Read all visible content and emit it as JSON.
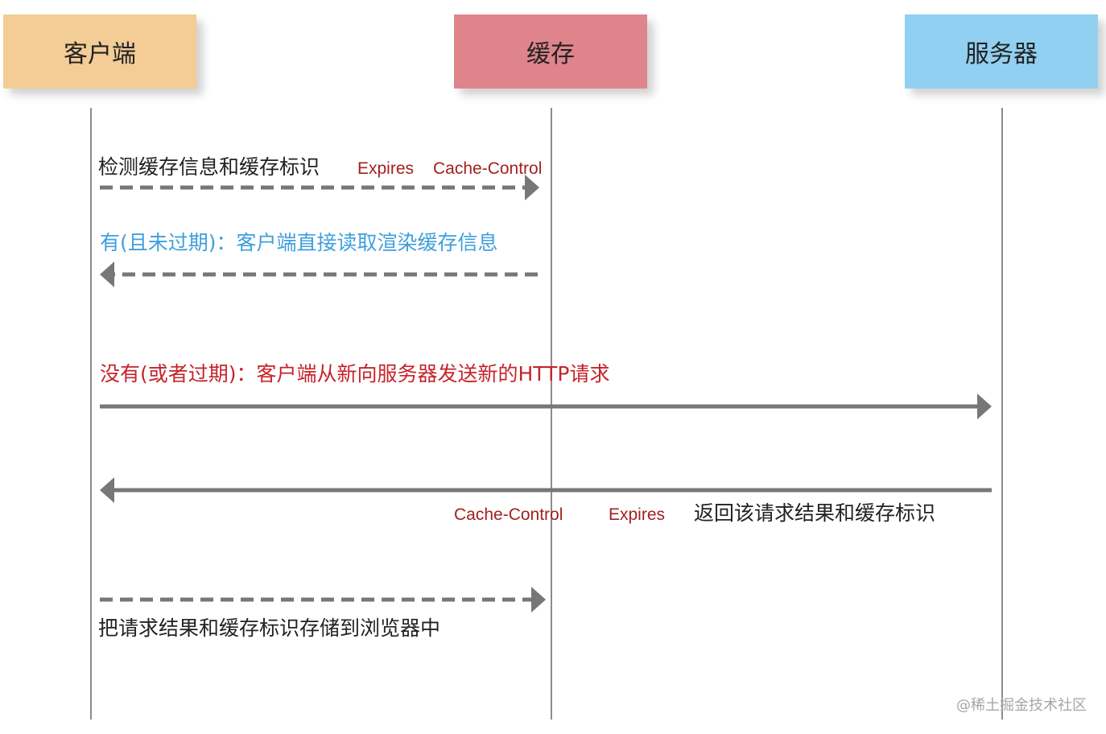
{
  "actors": {
    "client": "客户端",
    "cache": "缓存",
    "server": "服务器"
  },
  "messages": {
    "check": {
      "text": "检测缓存信息和缓存标识",
      "header_expires": "Expires",
      "header_cache_control": "Cache-Control"
    },
    "hit": {
      "text": "有(且未过期)：客户端直接读取渲染缓存信息"
    },
    "miss": {
      "text": "没有(或者过期)：客户端从新向服务器发送新的HTTP请求"
    },
    "response": {
      "header_cache_control": "Cache-Control",
      "header_expires": "Expires",
      "text": "返回该请求结果和缓存标识"
    },
    "store": {
      "text": "把请求结果和缓存标识存储到浏览器中"
    }
  },
  "watermark": "@稀土掘金技术社区",
  "colors": {
    "client_box": "#f3cc96",
    "cache_box": "#e0848c",
    "server_box": "#91d0f1",
    "arrow": "#777777",
    "blue_text": "#3f9fdc",
    "red_text": "#c6242b",
    "header_text": "#a1221f"
  }
}
